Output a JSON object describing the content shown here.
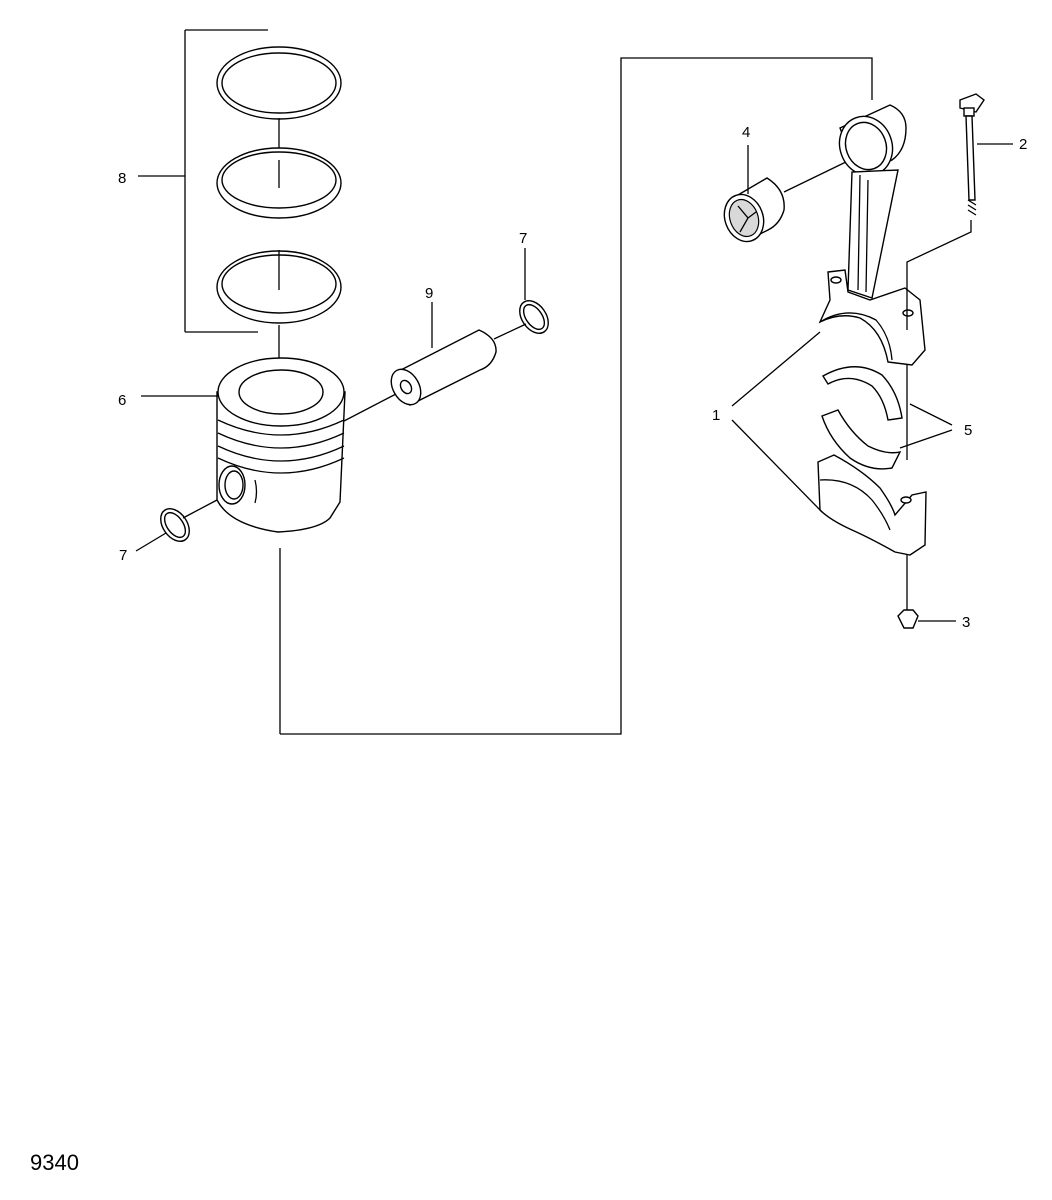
{
  "figure_number": "9340",
  "callouts": {
    "c1": "1",
    "c2": "2",
    "c3": "3",
    "c4": "4",
    "c5": "5",
    "c6": "6",
    "c7a": "7",
    "c7b": "7",
    "c8": "8",
    "c9": "9"
  },
  "parts": [
    "connecting-rod-assembly",
    "connecting-rod-bolt",
    "nut",
    "bushing",
    "bearing-shell",
    "piston",
    "snap-ring",
    "piston-ring",
    "piston-pin"
  ]
}
